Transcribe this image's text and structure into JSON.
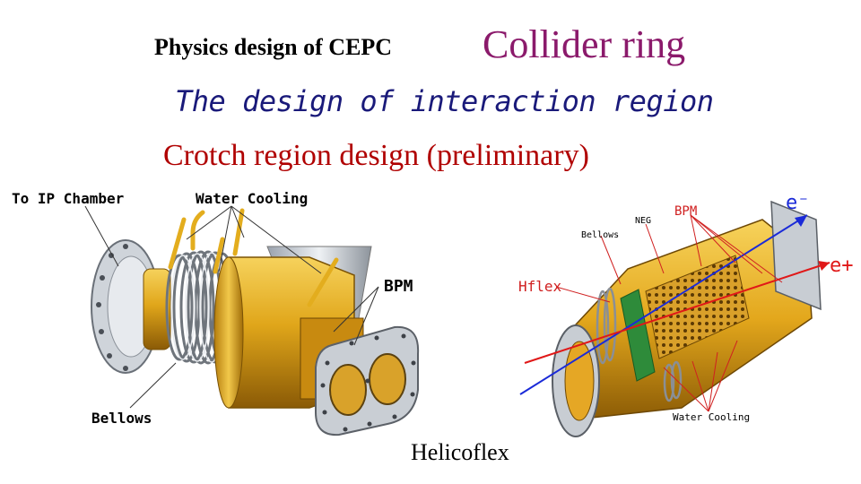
{
  "header": {
    "physics_label": "Physics design of CEPC",
    "section_title": "Collider ring",
    "subtitle": "The design of interaction region",
    "heading": "Crotch region design (preliminary)"
  },
  "left_figure": {
    "labels": {
      "to_ip": "To IP Chamber",
      "water_cooling": "Water Cooling",
      "bpm": "BPM",
      "bellows": "Bellows"
    }
  },
  "right_figure": {
    "labels": {
      "e_minus": "e⁻",
      "e_plus": "e+",
      "bellows": "Bellows",
      "neg": "NEG",
      "bpm": "BPM",
      "hflex": "Hflex",
      "water_cooling": "Water Cooling"
    }
  },
  "caption": "Helicoflex",
  "colors": {
    "gold": "#e0a61a",
    "gold_dark": "#9c6a0a",
    "title_purple": "#8b1a6b",
    "subtitle_navy": "#1a1a7a",
    "heading_red": "#b00000",
    "label_red": "#d02020"
  }
}
